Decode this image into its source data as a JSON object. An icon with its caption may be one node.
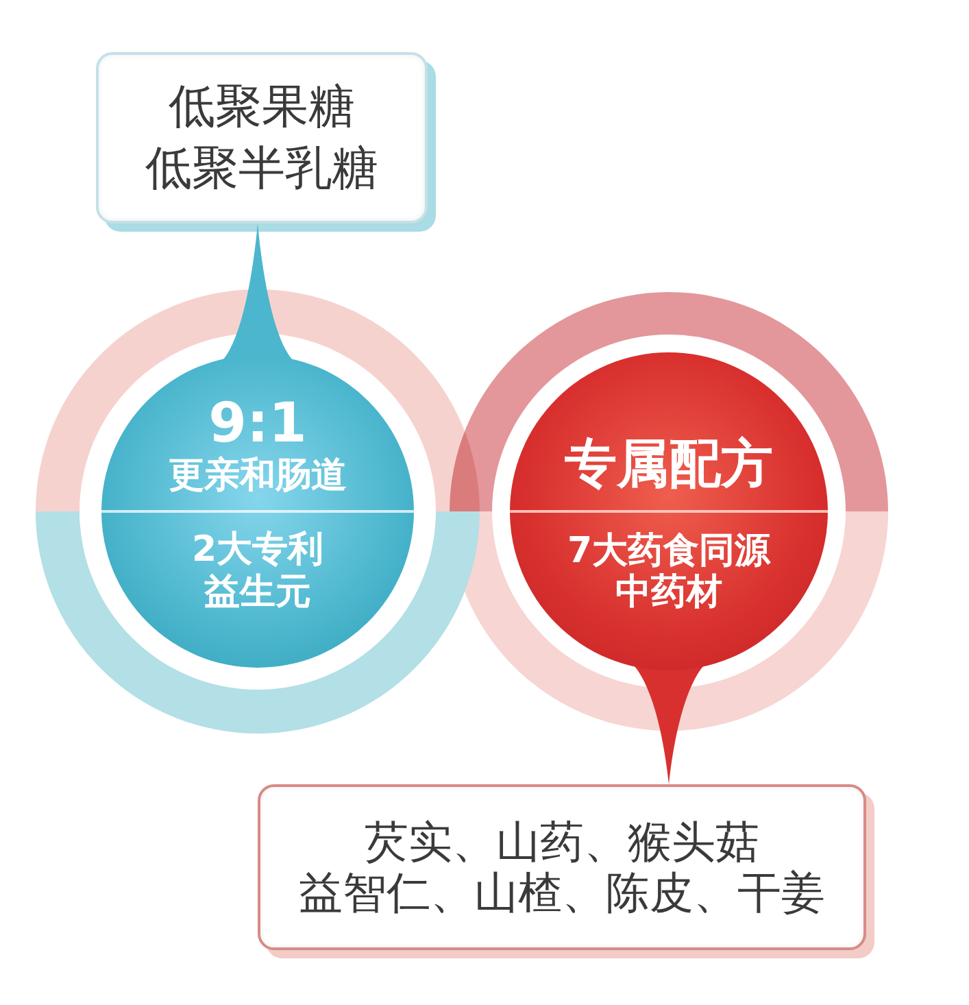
{
  "diagram": {
    "nodes": [
      {
        "text": [
          "低聚果糖",
          "低聚半乳糖"
        ]
      },
      {
        "text": [
          "9:1",
          "更亲和肠道",
          "2大专利益生元"
        ]
      },
      {
        "text": [
          "专属配方",
          "7大药食同源中药材"
        ]
      },
      {
        "text": [
          "芡实、山药、猴头菇",
          "益智仁、山楂、陈皮、干姜"
        ]
      }
    ],
    "edges": [
      {
        "from": 1,
        "to": 0,
        "arrow": "to"
      },
      {
        "from": 2,
        "to": 3,
        "arrow": "to"
      }
    ]
  }
}
